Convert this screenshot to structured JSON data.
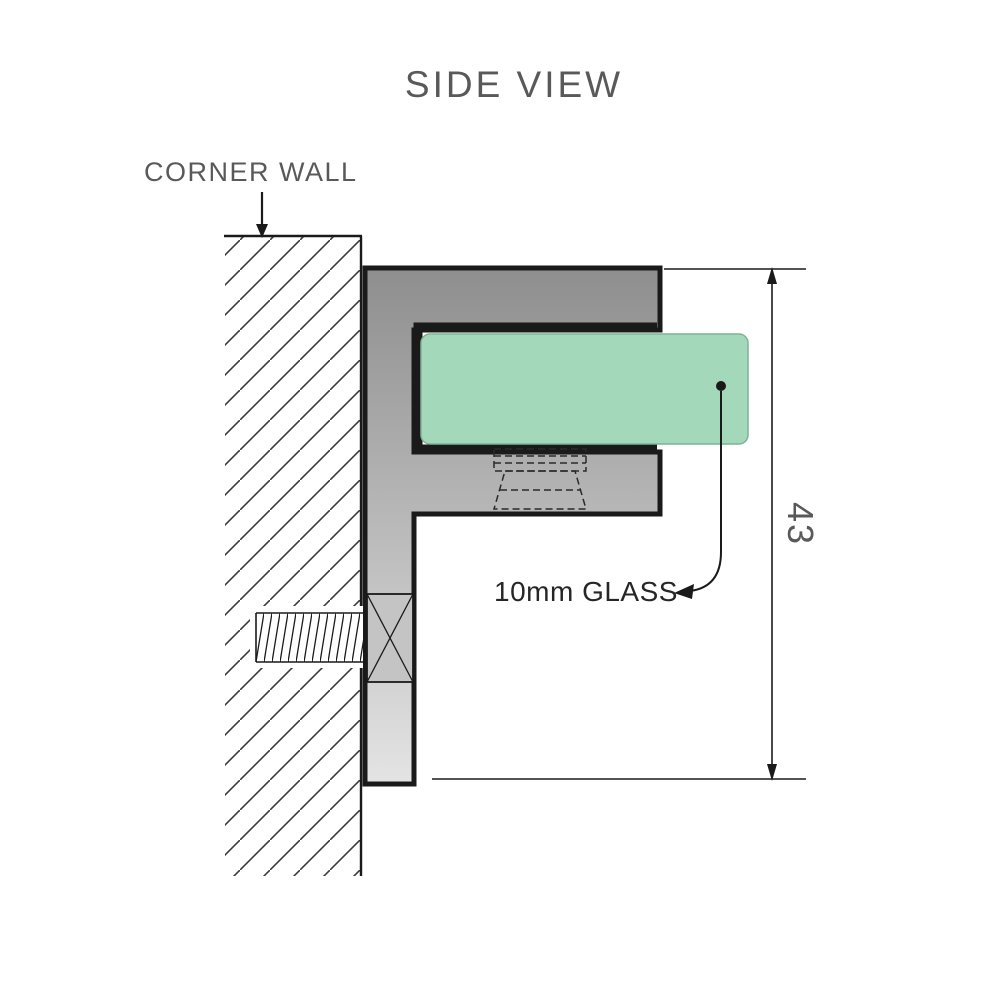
{
  "title": "SIDE VIEW",
  "annotations": {
    "corner_wall_label": "CORNER WALL",
    "glass_label": "10mm GLASS",
    "dimension_value": "43"
  },
  "colors": {
    "background": "#ffffff",
    "outline": "#1a1a1a",
    "label_gray": "#595959",
    "label_dark": "#262626",
    "bracket_top": "#8e8e8e",
    "bracket_bottom": "#e4e4e4",
    "screw_head_fill": "#c4c4c4",
    "glass_fill": "#a3d9ba",
    "glass_border": "#7fb296"
  }
}
